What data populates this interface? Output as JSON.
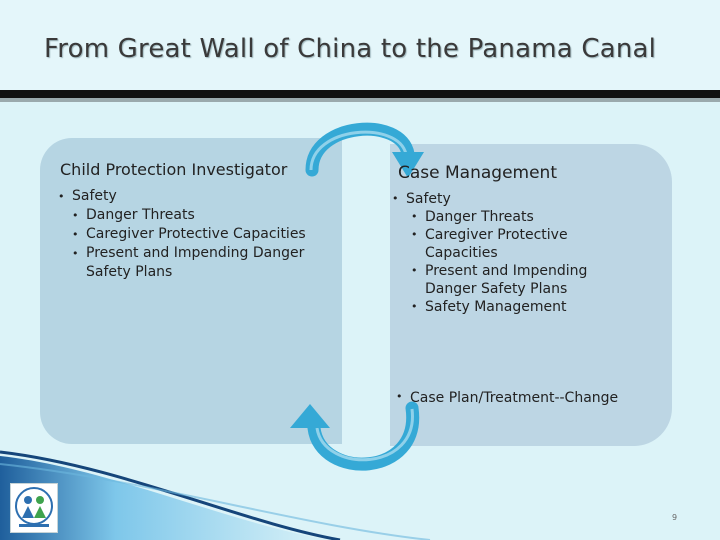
{
  "slide": {
    "title": "From Great Wall of China to the Panama Canal",
    "page_number": "9"
  },
  "left_box": {
    "heading": "Child Protection Investigator",
    "items": [
      {
        "level": 1,
        "text": "Safety"
      },
      {
        "level": 2,
        "text": "Danger Threats"
      },
      {
        "level": 2,
        "text": "Caregiver Protective Capacities"
      },
      {
        "level": 2,
        "text": "Present and Impending Danger Safety Plans"
      }
    ]
  },
  "right_box": {
    "heading": "Case Management",
    "items": [
      {
        "level": 1,
        "text": "Safety"
      },
      {
        "level": 2,
        "text": "Danger Threats"
      },
      {
        "level": 2,
        "text": "Caregiver Protective Capacities"
      },
      {
        "level": 2,
        "text": "Present and Impending Danger Safety Plans"
      },
      {
        "level": 2,
        "text": "Safety Management"
      }
    ],
    "plan_item": "Case Plan/Treatment--Change"
  },
  "colors": {
    "arrow": "#35a9d6",
    "panel": "#b6d5e3",
    "background": "#dcf3f8"
  },
  "icons": [
    "cycle-arrow-top-icon",
    "cycle-arrow-bottom-icon",
    "agency-logo"
  ]
}
